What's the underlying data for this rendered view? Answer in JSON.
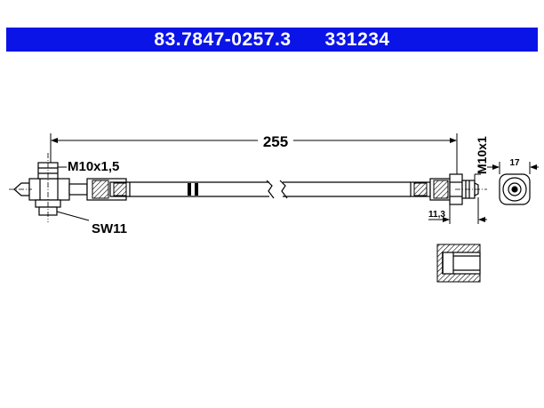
{
  "header": {
    "part_number": "83.7847-0257.3",
    "ref_number": "331234",
    "bg_color": "#0a14e6",
    "text_color": "#ffffff"
  },
  "dimensions": {
    "length": "255",
    "thread_left": "M10x1,5",
    "wrench_size": "SW11",
    "thread_right": "M10x1",
    "end_length": "11,3",
    "end_diameter": "17"
  }
}
